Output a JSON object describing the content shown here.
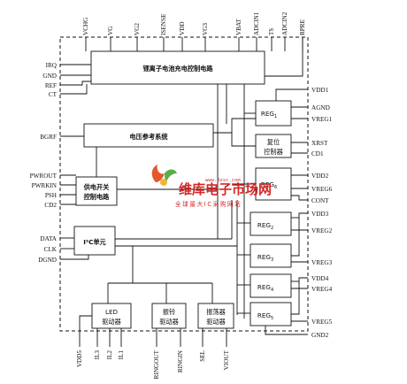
{
  "top_pins": [
    "VCHG",
    "VG",
    "VG2",
    "ISENSE",
    "VDD",
    "VG3",
    "VBAT",
    "ADCIN1",
    "TS",
    "ADCIN2",
    "RPRE"
  ],
  "left_pins": {
    "irq": "IRQ",
    "gnd": "GND",
    "ref": "REF",
    "ct": "CT",
    "bgrf": "BGRF",
    "pwrout": "PWROUT",
    "pwrkin": "PWRKIN",
    "psh": "PSH",
    "cd2": "CD2",
    "data": "DATA",
    "clk": "CLK",
    "dgnd": "DGND"
  },
  "right_pins": {
    "vdd1": "VDD1",
    "agnd": "AGND",
    "vreg1": "VREG1",
    "xrst": "XRST",
    "cd1": "CD1",
    "vdd2": "VDD2",
    "vreg6": "VREG6",
    "cont": "CONT",
    "vdd3": "VDD3",
    "vreg2": "VREG2",
    "vreg3": "VREG3",
    "vdd4": "VDD4",
    "vreg4": "VREG4",
    "vreg5": "VREG5",
    "gnd2": "GND2"
  },
  "bottom_pins": [
    "VDD5",
    "IL3",
    "IL2",
    "IL1",
    "RINGOUT",
    "RINGIN",
    "SEL",
    "VIOUT"
  ],
  "blocks": {
    "charger": "锂离子电池充电控制电路",
    "vref": "电压参考系统",
    "power_switch": [
      "供电开关",
      "控制电路"
    ],
    "i2c": "I²C单元",
    "reset": [
      "复位",
      "控制器"
    ],
    "reg1": "REG",
    "reg1_sub": "1",
    "reg6": "REG",
    "reg6_sub": "6",
    "reg2": "REG",
    "reg2_sub": "2",
    "reg3": "REG",
    "reg3_sub": "3",
    "reg4": "REG",
    "reg4_sub": "4",
    "reg5": "REG",
    "reg5_sub": "5",
    "led": [
      "LED",
      "驱动器"
    ],
    "ringer": [
      "振铃",
      "驱动器"
    ],
    "vibrator": [
      "振荡器",
      "驱动器"
    ]
  },
  "watermark": {
    "brand": "维库电子市场网",
    "slogan": "全球最大IC采购网站",
    "url": "www.dzsc.com"
  },
  "colors": {
    "line": "#111111",
    "watermark": "#d21515"
  }
}
